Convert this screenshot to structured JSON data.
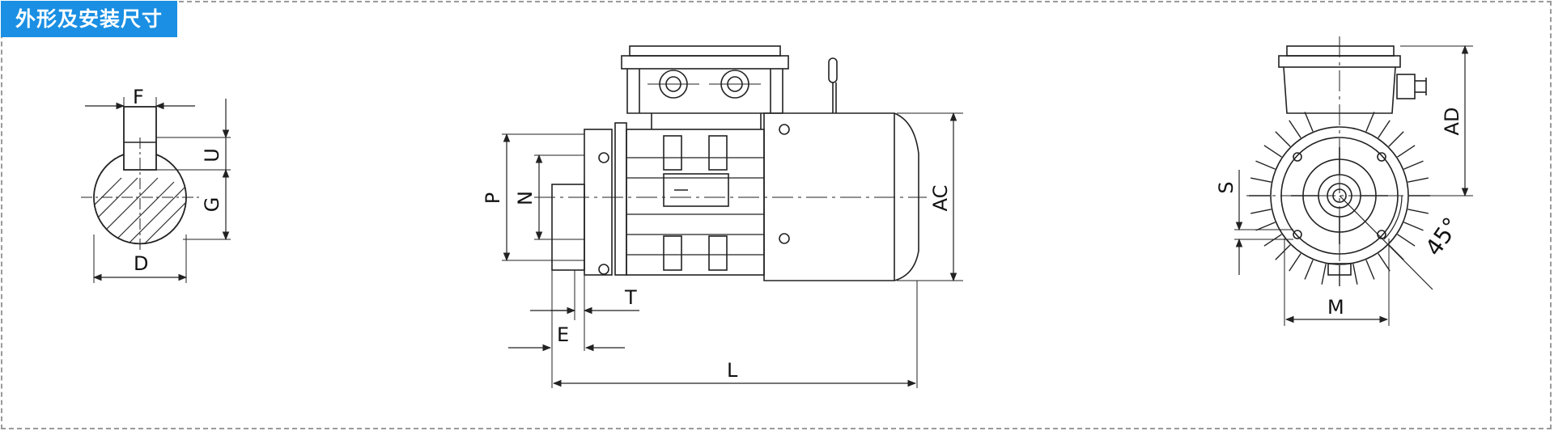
{
  "title": "外形及安装尺寸",
  "colors": {
    "accent": "#1a8fe3",
    "line": "#222222",
    "hatch": "#333333",
    "border": "#9a9a9a"
  },
  "shaft_view": {
    "labels": {
      "F": "F",
      "U": "U",
      "G": "G",
      "D": "D"
    }
  },
  "side_view": {
    "labels": {
      "P": "P",
      "N": "N",
      "AC": "AC",
      "T": "T",
      "E": "E",
      "L": "L"
    }
  },
  "end_view": {
    "labels": {
      "AD": "AD",
      "S": "S",
      "angle": "45°",
      "M": "M"
    }
  }
}
